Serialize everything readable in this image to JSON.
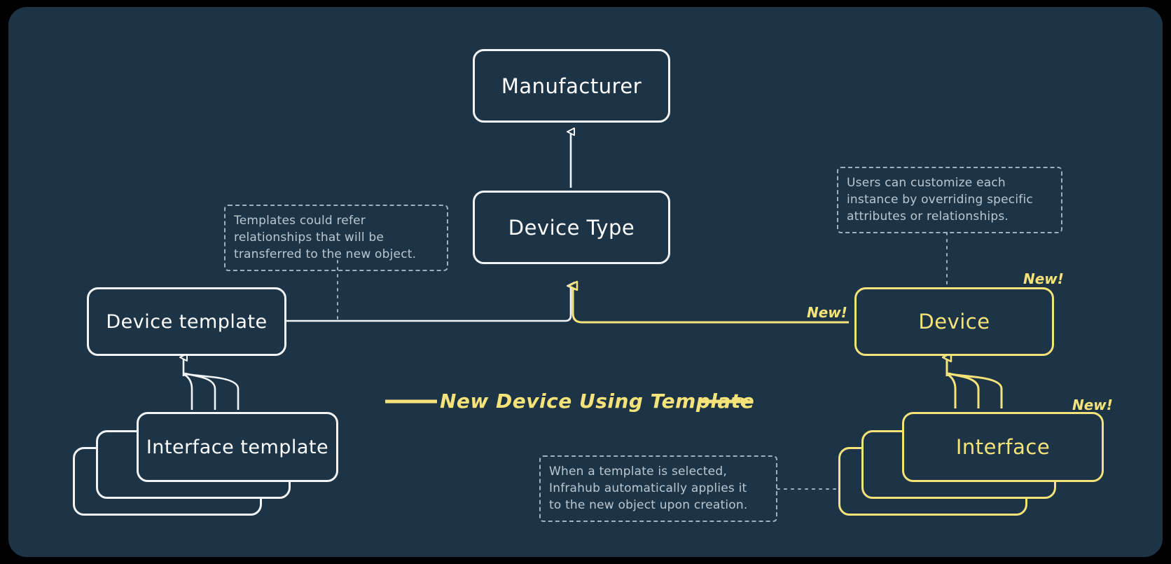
{
  "diagram": {
    "title": "New Device Using Template",
    "background_color": "#1d3446",
    "frame_color": "#000000",
    "accent_white": "#f2f4f6",
    "accent_yellow": "#f5e37a",
    "note_color": "#b9c7d2"
  },
  "nodes": {
    "manufacturer": {
      "label": "Manufacturer"
    },
    "device_type": {
      "label": "Device Type"
    },
    "device_template": {
      "label": "Device template"
    },
    "interface_template": {
      "label": "Interface template"
    },
    "device": {
      "label": "Device"
    },
    "interface": {
      "label": "Interface"
    }
  },
  "badges": {
    "device_corner": "New!",
    "device_edge": "New!",
    "interface_corner": "New!"
  },
  "flow": {
    "label": "New Device Using Template"
  },
  "notes": {
    "templates_refer": {
      "lines": [
        "Templates could refer",
        "relationships that will be",
        "transferred to the new object."
      ]
    },
    "customize_instance": {
      "lines": [
        "Users can customize each",
        "instance by overriding specific",
        "attributes or relationships."
      ]
    },
    "auto_apply": {
      "lines": [
        "When a template is selected,",
        "Infrahub automatically applies it",
        "to the new object upon creation."
      ]
    }
  }
}
